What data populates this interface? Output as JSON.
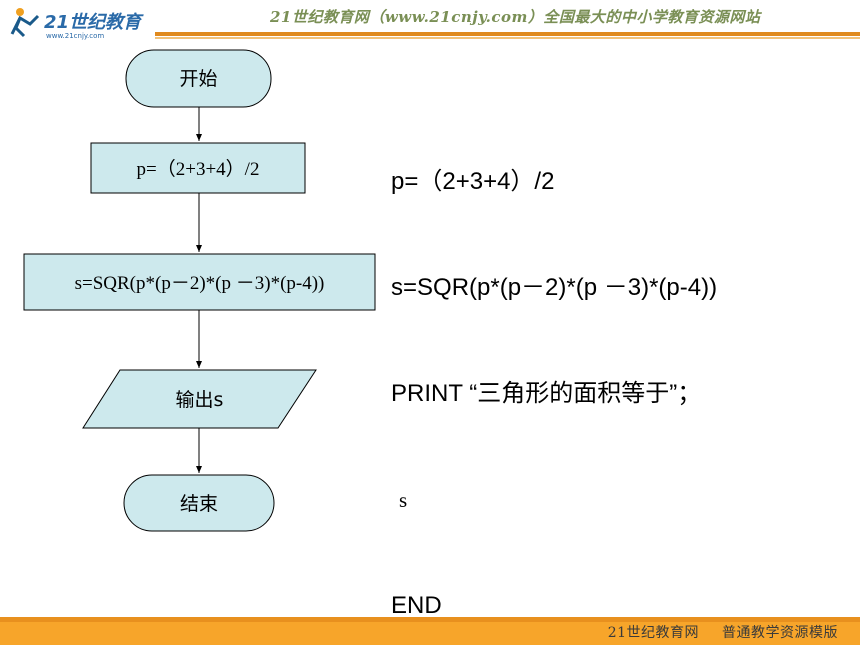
{
  "header": {
    "logo_text": "21世纪教育",
    "logo_url_text": "www.21cnjy.com",
    "banner": "21世纪教育网（www.21cnjy.com）全国最大的中小学教育资源网站"
  },
  "flowchart": {
    "start": "开始",
    "step1": "p=（2+3+4）/2",
    "step2": "s=SQR(p*(p－2)*(p －3)*(p-4))",
    "output": "输出s",
    "end": "结束"
  },
  "code": {
    "line1": "p=（2+3+4）/2",
    "line2": "s=SQR(p*(p－2)*(p －3)*(p-4))",
    "line3": "PRINT “三角形的面积等于”；",
    "line4": "s",
    "line5": "END"
  },
  "footer": {
    "left": "21世纪教育网",
    "right": "普通教学资源模版"
  },
  "colors": {
    "shape_fill": "#cde9ed",
    "accent_orange": "#f7a52a",
    "banner_green": "#7a8f55"
  }
}
